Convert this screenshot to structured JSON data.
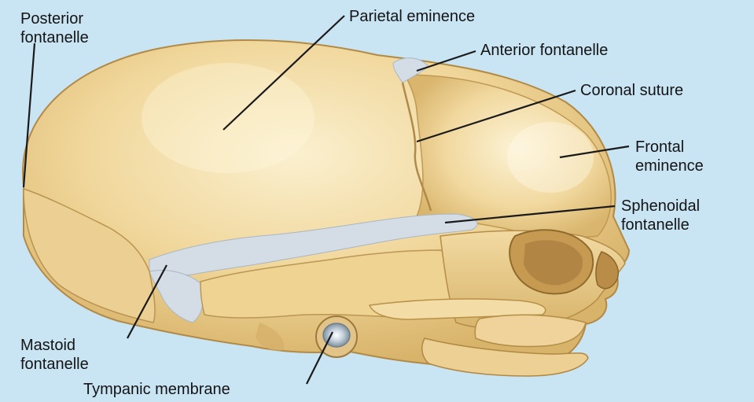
{
  "labels": {
    "posterior_fontanelle": [
      "Posterior",
      "fontanelle"
    ],
    "parietal_eminence": "Parietal eminence",
    "anterior_fontanelle": "Anterior fontanelle",
    "coronal_suture": "Coronal suture",
    "frontal_eminence": [
      "Frontal",
      "eminence"
    ],
    "sphenoidal_fontanelle": [
      "Sphenoidal",
      "fontanelle"
    ],
    "mastoid_fontanelle": [
      "Mastoid",
      "fontanelle"
    ],
    "tympanic_membrane": "Tympanic membrane"
  },
  "colors": {
    "background": "#c9e4f3",
    "bone": "#f0d69a",
    "bone_shadow": "#d9b66e",
    "bone_highlight": "#fbf0cf",
    "fontanelle_membrane": "#d4dde6",
    "leader_line": "#1a1a1a"
  }
}
